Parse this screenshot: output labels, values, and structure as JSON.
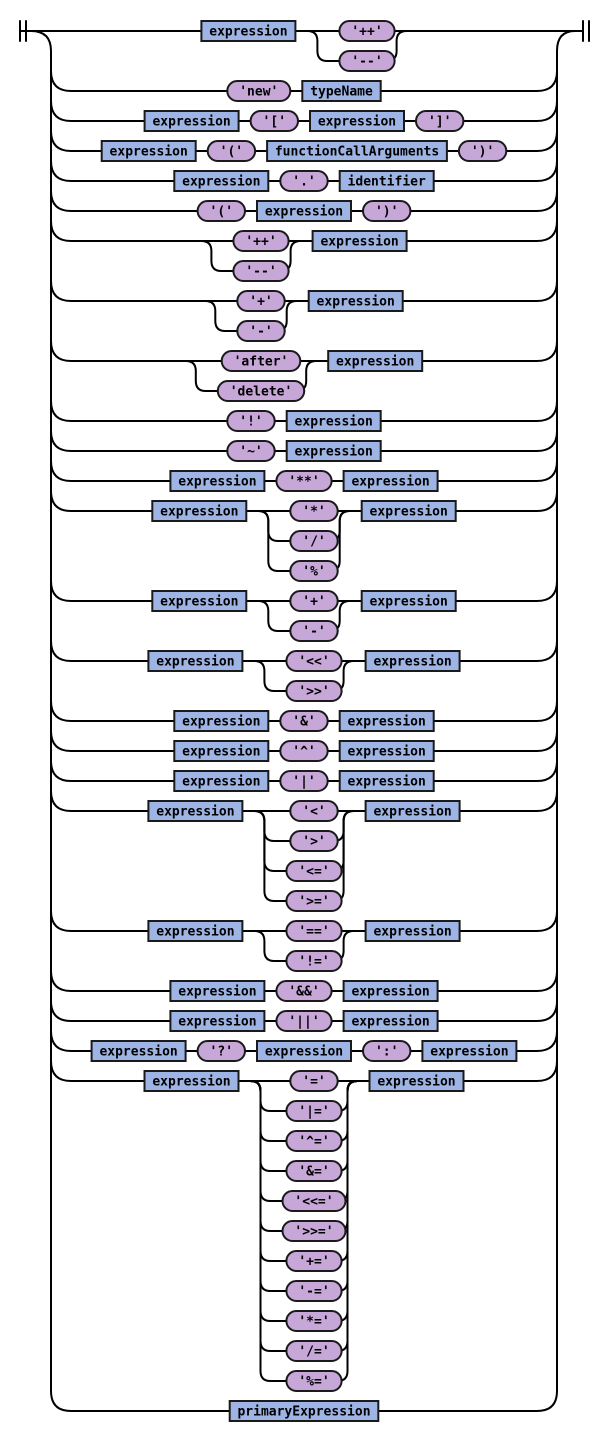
{
  "diagram": {
    "rule": "expression",
    "colors": {
      "nonterminal_fill": "#9db4e4",
      "terminal_fill": "#c7a6d8",
      "line": "#000000",
      "background": "#ffffff"
    },
    "alternatives": [
      [
        {
          "nt": "expression"
        },
        {
          "choice": [
            "'++'",
            "'--'"
          ]
        }
      ],
      [
        {
          "t": "'new'"
        },
        {
          "nt": "typeName"
        }
      ],
      [
        {
          "nt": "expression"
        },
        {
          "t": "'['"
        },
        {
          "nt": "expression"
        },
        {
          "t": "']'"
        }
      ],
      [
        {
          "nt": "expression"
        },
        {
          "t": "'('"
        },
        {
          "nt": "functionCallArguments"
        },
        {
          "t": "')'"
        }
      ],
      [
        {
          "nt": "expression"
        },
        {
          "t": "'.'"
        },
        {
          "nt": "identifier"
        }
      ],
      [
        {
          "t": "'('"
        },
        {
          "nt": "expression"
        },
        {
          "t": "')'"
        }
      ],
      [
        {
          "choice": [
            "'++'",
            "'--'"
          ]
        },
        {
          "nt": "expression"
        }
      ],
      [
        {
          "choice": [
            "'+'",
            "'-'"
          ]
        },
        {
          "nt": "expression"
        }
      ],
      [
        {
          "choice": [
            "'after'",
            "'delete'"
          ]
        },
        {
          "nt": "expression"
        }
      ],
      [
        {
          "t": "'!'"
        },
        {
          "nt": "expression"
        }
      ],
      [
        {
          "t": "'~'"
        },
        {
          "nt": "expression"
        }
      ],
      [
        {
          "nt": "expression"
        },
        {
          "t": "'**'"
        },
        {
          "nt": "expression"
        }
      ],
      [
        {
          "nt": "expression"
        },
        {
          "choice": [
            "'*'",
            "'/'",
            "'%'"
          ]
        },
        {
          "nt": "expression"
        }
      ],
      [
        {
          "nt": "expression"
        },
        {
          "choice": [
            "'+'",
            "'-'"
          ]
        },
        {
          "nt": "expression"
        }
      ],
      [
        {
          "nt": "expression"
        },
        {
          "choice": [
            "'<<'",
            "'>>'"
          ]
        },
        {
          "nt": "expression"
        }
      ],
      [
        {
          "nt": "expression"
        },
        {
          "t": "'&'"
        },
        {
          "nt": "expression"
        }
      ],
      [
        {
          "nt": "expression"
        },
        {
          "t": "'^'"
        },
        {
          "nt": "expression"
        }
      ],
      [
        {
          "nt": "expression"
        },
        {
          "t": "'|'"
        },
        {
          "nt": "expression"
        }
      ],
      [
        {
          "nt": "expression"
        },
        {
          "choice": [
            "'<'",
            "'>'",
            "'<='",
            "'>='"
          ]
        },
        {
          "nt": "expression"
        }
      ],
      [
        {
          "nt": "expression"
        },
        {
          "choice": [
            "'=='",
            "'!='"
          ]
        },
        {
          "nt": "expression"
        }
      ],
      [
        {
          "nt": "expression"
        },
        {
          "t": "'&&'"
        },
        {
          "nt": "expression"
        }
      ],
      [
        {
          "nt": "expression"
        },
        {
          "t": "'||'"
        },
        {
          "nt": "expression"
        }
      ],
      [
        {
          "nt": "expression"
        },
        {
          "t": "'?'"
        },
        {
          "nt": "expression"
        },
        {
          "t": "':'"
        },
        {
          "nt": "expression"
        }
      ],
      [
        {
          "nt": "expression"
        },
        {
          "choice": [
            "'='",
            "'|='",
            "'^='",
            "'&='",
            "'<<='",
            "'>>='",
            "'+='",
            "'-='",
            "'*='",
            "'/='",
            "'%='"
          ]
        },
        {
          "nt": "expression"
        }
      ],
      [
        {
          "nt": "primaryExpression"
        }
      ]
    ]
  }
}
